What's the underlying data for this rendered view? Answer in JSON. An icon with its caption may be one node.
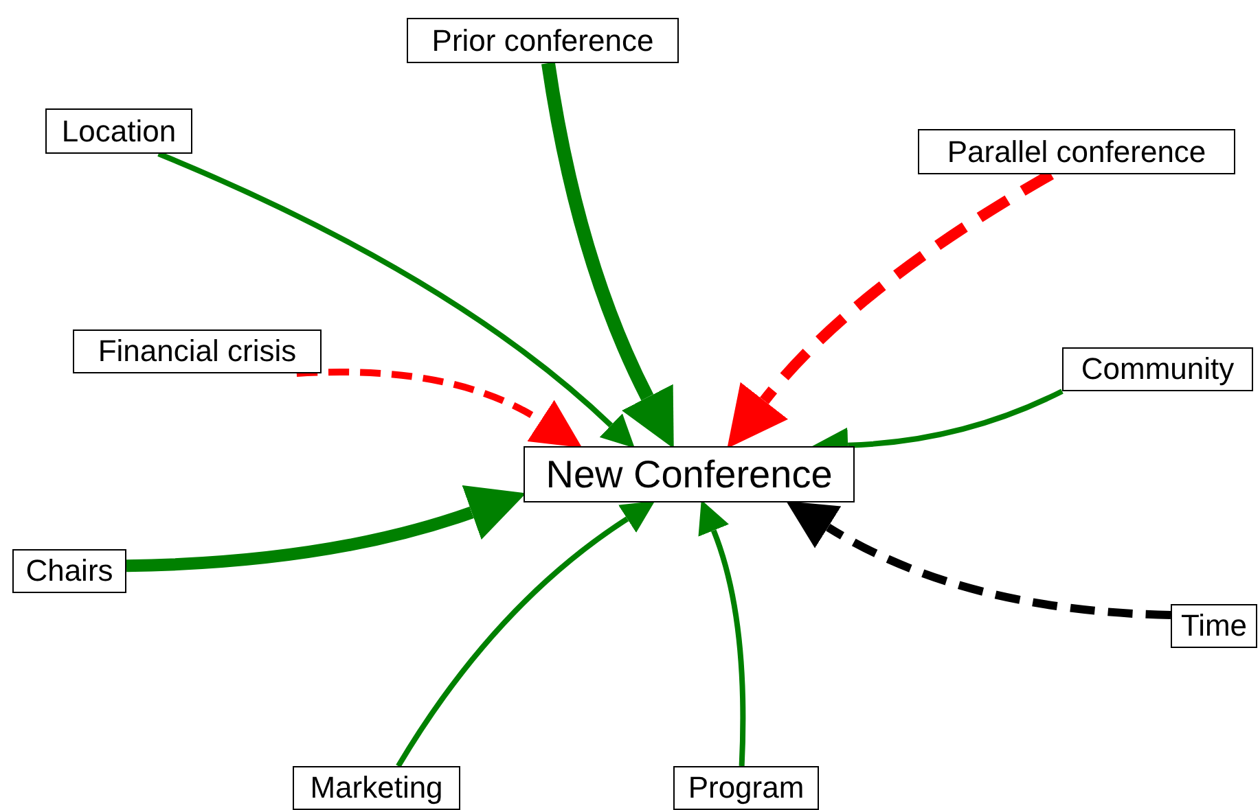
{
  "diagram": {
    "nodes": [
      {
        "text": [
          "New Conference"
        ]
      },
      {
        "text": [
          "Prior conference"
        ]
      },
      {
        "text": [
          "Location"
        ]
      },
      {
        "text": [
          "Parallel conference"
        ]
      },
      {
        "text": [
          "Financial crisis"
        ]
      },
      {
        "text": [
          "Community"
        ]
      },
      {
        "text": [
          "Chairs"
        ]
      },
      {
        "text": [
          "Time"
        ]
      },
      {
        "text": [
          "Marketing"
        ]
      },
      {
        "text": [
          "Program"
        ]
      }
    ],
    "edges": [
      {
        "from": 1,
        "to": 0,
        "arrow": "to",
        "style": "thick"
      },
      {
        "from": 2,
        "to": 0,
        "arrow": "to"
      },
      {
        "from": 3,
        "to": 0,
        "arrow": "to",
        "style": "dashed",
        "color": "#ff0000"
      },
      {
        "from": 4,
        "to": 0,
        "arrow": "to",
        "style": "dashed",
        "color": "#ff0000"
      },
      {
        "from": 5,
        "to": 0,
        "arrow": "to"
      },
      {
        "from": 6,
        "to": 0,
        "arrow": "to",
        "style": "thick"
      },
      {
        "from": 7,
        "to": 0,
        "arrow": "to",
        "style": "dashed",
        "color": "#000000"
      },
      {
        "from": 8,
        "to": 0,
        "arrow": "to"
      },
      {
        "from": 9,
        "to": 0,
        "arrow": "to"
      }
    ]
  }
}
